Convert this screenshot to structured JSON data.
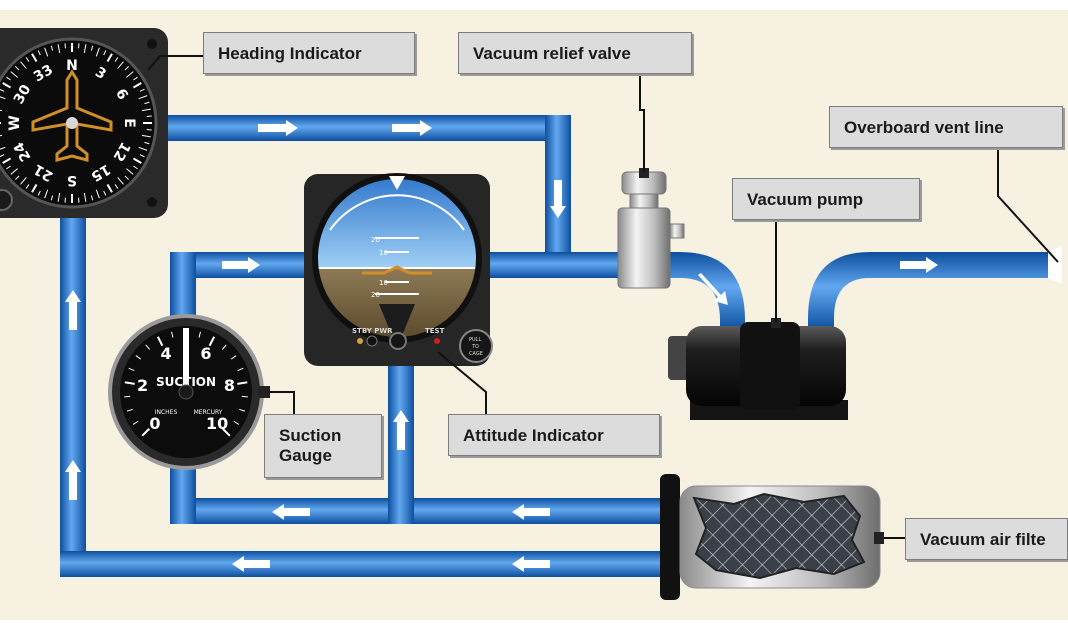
{
  "labels": {
    "heading_indicator": "Heading Indicator",
    "vacuum_relief_valve": "Vacuum relief valve",
    "overboard_vent_line": "Overboard vent line",
    "vacuum_pump": "Vacuum pump",
    "attitude_indicator": "Attitude Indicator",
    "suction_gauge_line1": "Suction",
    "suction_gauge_line2": "Gauge",
    "vacuum_air_filter": "Vacuum air filte"
  },
  "heading_dial": {
    "cardinals": [
      "N",
      "E",
      "S",
      "W"
    ],
    "numbers": [
      "3",
      "6",
      "12",
      "15",
      "21",
      "24",
      "30",
      "33"
    ]
  },
  "attitude_panel": {
    "pitch_marks": [
      "20",
      "10",
      "10",
      "20"
    ],
    "stby_pwr": "STBY PWR",
    "test": "TEST",
    "knob_text": [
      "PULL",
      "TO",
      "CAGE"
    ]
  },
  "suction_dial": {
    "numbers": [
      "0",
      "2",
      "4",
      "6",
      "8",
      "10"
    ],
    "title": "SUCTION",
    "unit_left": "INCHES",
    "unit_right": "MERCURY"
  },
  "colors": {
    "background": "#f7f1e1",
    "pipe": "#2f7fd3",
    "pipe_light": "#8cc2ff",
    "label_bg": "#dcdcdc"
  }
}
